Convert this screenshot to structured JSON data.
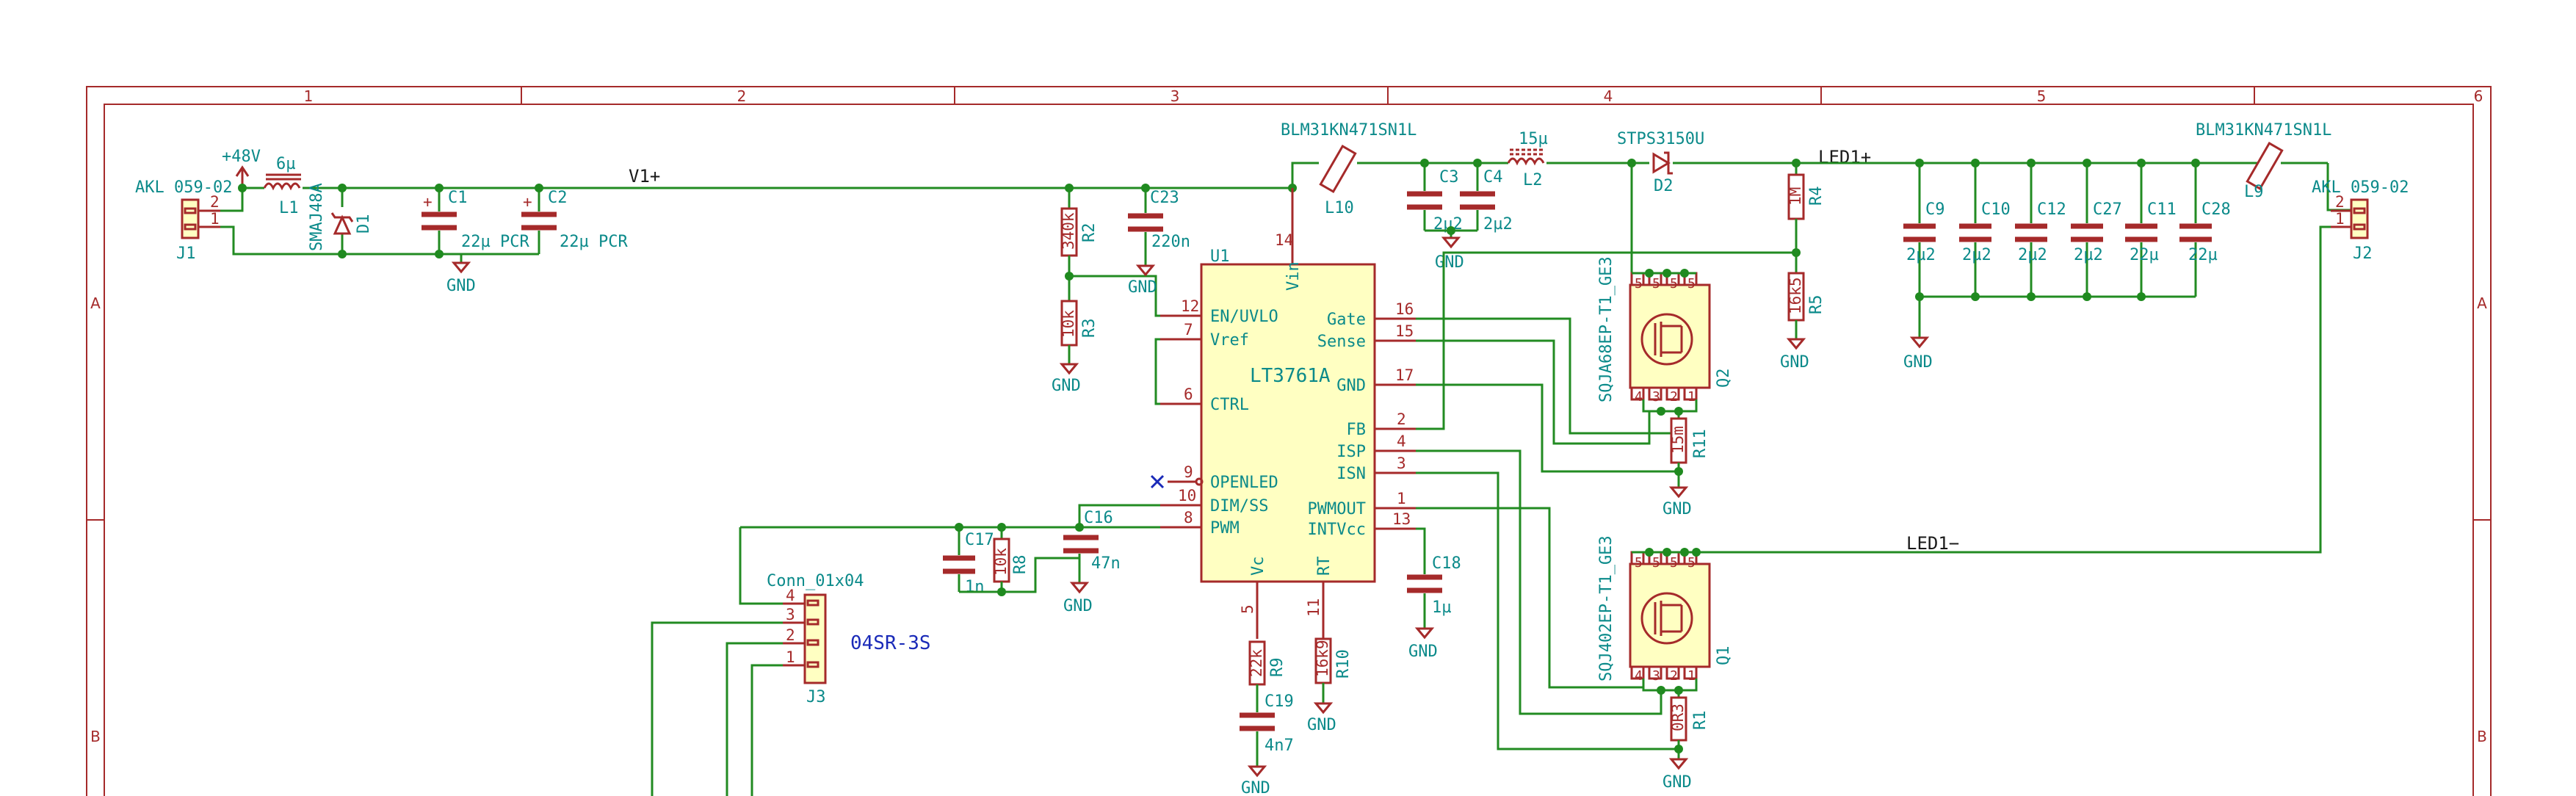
{
  "frame": {
    "columns": [
      "1",
      "2",
      "3",
      "4",
      "5",
      "6"
    ],
    "rows": [
      "A",
      "B"
    ]
  },
  "nets": {
    "v48": "+48V",
    "v1": "V1+",
    "led_plus": "LED1+",
    "led_minus": "LED1−",
    "gnd": "GND"
  },
  "components": {
    "j1": {
      "value": "AKL 059-02",
      "ref": "J1",
      "pin1": "1",
      "pin2": "2"
    },
    "l1": {
      "value": "6µ",
      "ref": "L1"
    },
    "d1": {
      "value": "SMAJ48A",
      "ref": "D1"
    },
    "c1": {
      "value": "22µ PCR",
      "ref": "C1"
    },
    "c2": {
      "value": "22µ PCR",
      "ref": "C2"
    },
    "r2": {
      "value": "340k",
      "ref": "R2"
    },
    "r3": {
      "value": "10k",
      "ref": "R3"
    },
    "c23": {
      "value": "220n",
      "ref": "C23"
    },
    "u1": {
      "ref": "U1",
      "value": "LT3761A",
      "pins_left": [
        {
          "num": "12",
          "name": "EN/UVLO"
        },
        {
          "num": "7",
          "name": "Vref"
        },
        {
          "num": "6",
          "name": "CTRL"
        },
        {
          "num": "9",
          "name": "OPENLED"
        },
        {
          "num": "10",
          "name": "DIM/SS"
        },
        {
          "num": "8",
          "name": "PWM"
        }
      ],
      "pins_right": [
        {
          "num": "16",
          "name": "Gate"
        },
        {
          "num": "15",
          "name": "Sense"
        },
        {
          "num": "17",
          "name": "GND"
        },
        {
          "num": "2",
          "name": "FB"
        },
        {
          "num": "4",
          "name": "ISP"
        },
        {
          "num": "3",
          "name": "ISN"
        },
        {
          "num": "1",
          "name": "PWMOUT"
        },
        {
          "num": "13",
          "name": "INTVcc"
        }
      ],
      "pin_top": {
        "num": "14",
        "name": "Vin"
      },
      "pin_vc": {
        "num": "5",
        "name": "Vc"
      },
      "pin_rt": {
        "num": "11",
        "name": "RT"
      }
    },
    "l10": {
      "value": "BLM31KN471SN1L",
      "ref": "L10"
    },
    "c3": {
      "value": "2µ2",
      "ref": "C3"
    },
    "c4": {
      "value": "2µ2",
      "ref": "C4"
    },
    "l2": {
      "value": "15µ",
      "ref": "L2"
    },
    "d2": {
      "value": "STPS3150U",
      "ref": "D2"
    },
    "q2": {
      "value": "SQJA68EP-T1_GE3",
      "ref": "Q2"
    },
    "q1": {
      "value": "SQJ402EP-T1_GE3",
      "ref": "Q1"
    },
    "r4": {
      "value": "1M",
      "ref": "R4"
    },
    "r5": {
      "value": "16k5",
      "ref": "R5"
    },
    "r11": {
      "value": "15m",
      "ref": "R11"
    },
    "r1": {
      "value": "0R3",
      "ref": "R1"
    },
    "caps_out": [
      {
        "ref": "C9",
        "value": "2µ2"
      },
      {
        "ref": "C10",
        "value": "2µ2"
      },
      {
        "ref": "C12",
        "value": "2µ2"
      },
      {
        "ref": "C27",
        "value": "2µ2"
      },
      {
        "ref": "C11",
        "value": "22µ"
      },
      {
        "ref": "C28",
        "value": "22µ"
      }
    ],
    "l9": {
      "value": "BLM31KN471SN1L",
      "ref": "L9"
    },
    "j2": {
      "value": "AKL 059-02",
      "ref": "J2",
      "pin1": "1",
      "pin2": "2"
    },
    "c17": {
      "value": "1n",
      "ref": "C17"
    },
    "r8": {
      "value": "10k",
      "ref": "R8"
    },
    "c16": {
      "value": "47n",
      "ref": "C16"
    },
    "c18": {
      "value": "1µ",
      "ref": "C18"
    },
    "r9": {
      "value": "22k",
      "ref": "R9"
    },
    "r10": {
      "value": "16k9",
      "ref": "R10"
    },
    "c19": {
      "value": "4n7",
      "ref": "C19"
    },
    "j3": {
      "value": "Conn_01x04",
      "ref": "J3",
      "pins": [
        "4",
        "3",
        "2",
        "1"
      ]
    }
  },
  "note": "04SR-3S"
}
